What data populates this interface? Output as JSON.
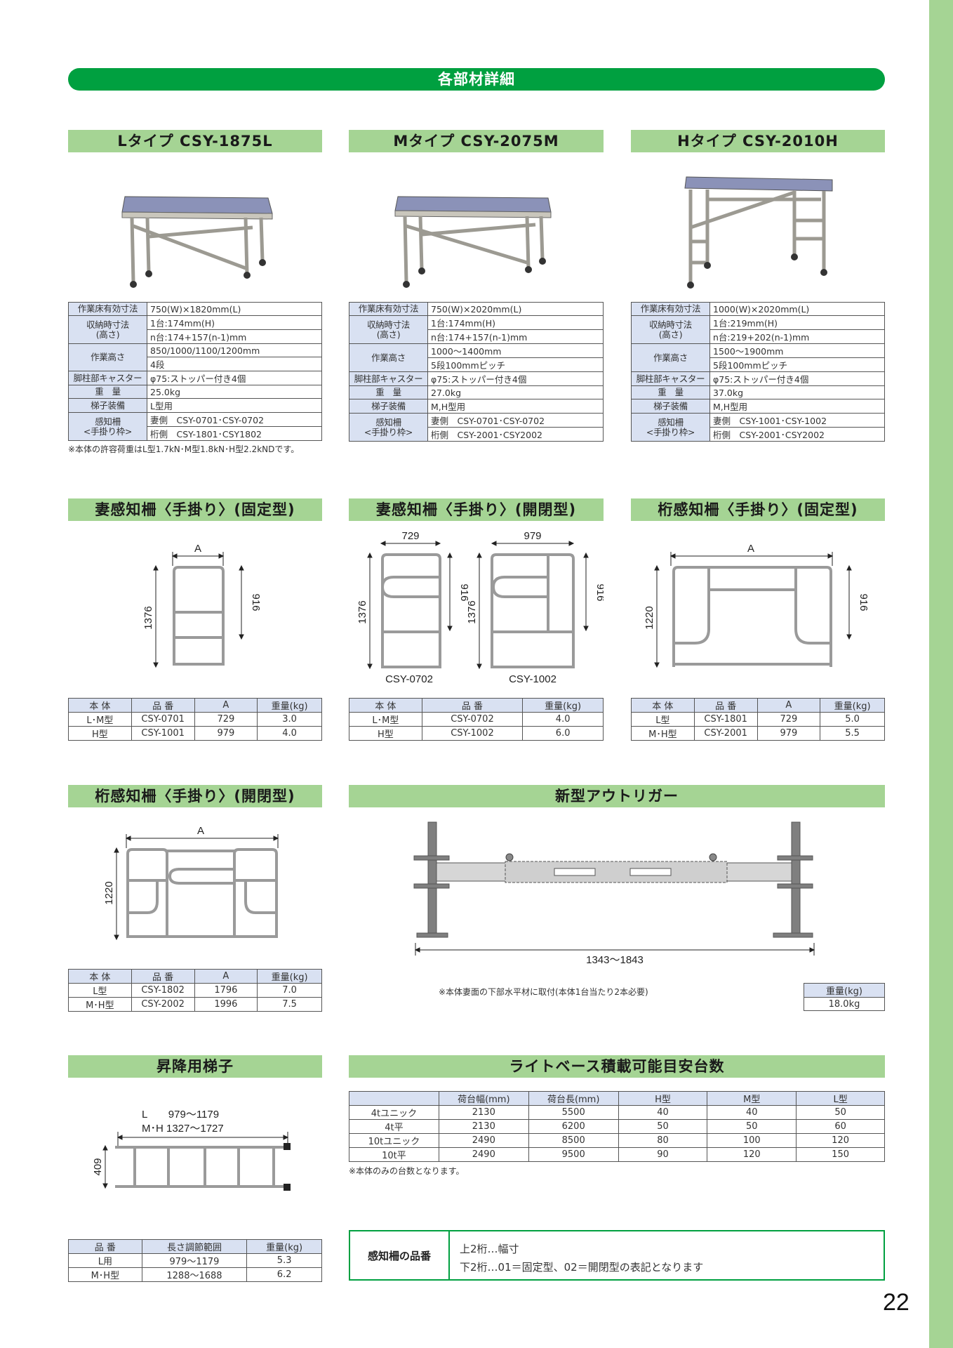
{
  "header": {
    "title": "各部材詳細"
  },
  "products": [
    {
      "title": "Lタイプ CSY-1875L",
      "rows": [
        {
          "k": "作業床有効寸法",
          "v": "750(W)×1820mm(L)"
        },
        {
          "k": "収納時寸法\n(高さ)",
          "v": "1台:174mm(H)",
          "v2": "n台:174+157(n-1)mm"
        },
        {
          "k": "作業高さ",
          "v": "850/1000/1100/1200mm",
          "v2": "4段"
        },
        {
          "k": "脚柱部キャスター",
          "v": "φ75:ストッパー付き4個"
        },
        {
          "k": "重　量",
          "v": "25.0kg"
        },
        {
          "k": "梯子装備",
          "v": "L型用"
        },
        {
          "k": "感知柵\n<手掛り枠>",
          "v": "妻側　CSY-0701･CSY-0702",
          "v2": "桁側　CSY-1801･CSY1802"
        }
      ]
    },
    {
      "title": "Mタイプ CSY-2075M",
      "rows": [
        {
          "k": "作業床有効寸法",
          "v": "750(W)×2020mm(L)"
        },
        {
          "k": "収納時寸法\n(高さ)",
          "v": "1台:174mm(H)",
          "v2": "n台:174+157(n-1)mm"
        },
        {
          "k": "作業高さ",
          "v": "1000〜1400mm",
          "v2": "5段100mmピッチ"
        },
        {
          "k": "脚柱部キャスター",
          "v": "φ75:ストッパー付き4個"
        },
        {
          "k": "重　量",
          "v": "27.0kg"
        },
        {
          "k": "梯子装備",
          "v": "M,H型用"
        },
        {
          "k": "感知柵\n<手掛り枠>",
          "v": "妻側　CSY-0701･CSY-0702",
          "v2": "桁側　CSY-2001･CSY2002"
        }
      ]
    },
    {
      "title": "Hタイプ CSY-2010H",
      "rows": [
        {
          "k": "作業床有効寸法",
          "v": "1000(W)×2020mm(L)"
        },
        {
          "k": "収納時寸法\n(高さ)",
          "v": "1台:219mm(H)",
          "v2": "n台:219+202(n-1)mm"
        },
        {
          "k": "作業高さ",
          "v": "1500〜1900mm",
          "v2": "5段100mmピッチ"
        },
        {
          "k": "脚柱部キャスター",
          "v": "φ75:ストッパー付き4個"
        },
        {
          "k": "重　量",
          "v": "37.0kg"
        },
        {
          "k": "梯子装備",
          "v": "M,H型用"
        },
        {
          "k": "感知柵\n<手掛り枠>",
          "v": "妻側　CSY-1001･CSY-1002",
          "v2": "桁側　CSY-2001･CSY2002"
        }
      ]
    }
  ],
  "load_note": "※本体の許容荷重はL型1.7kN･M型1.8kN･H型2.2kNDです。",
  "fence_tsuma_fixed": {
    "title": "妻感知柵〈手掛り〉(固定型)",
    "dims": {
      "a": "A",
      "h": "1376",
      "h2": "916"
    },
    "headers": [
      "本 体",
      "品 番",
      "A",
      "重量(kg)"
    ],
    "rows": [
      [
        "L･M型",
        "CSY-0701",
        "729",
        "3.0"
      ],
      [
        "H型",
        "CSY-1001",
        "979",
        "4.0"
      ]
    ]
  },
  "fence_tsuma_open": {
    "title": "妻感知柵〈手掛り〉(開閉型)",
    "dims": {
      "w1": "729",
      "w2": "979",
      "h": "1376",
      "h2": "916",
      "lbl1": "CSY-0702",
      "lbl2": "CSY-1002"
    },
    "headers": [
      "本 体",
      "品 番",
      "重量(kg)"
    ],
    "rows": [
      [
        "L･M型",
        "CSY-0702",
        "4.0"
      ],
      [
        "H型",
        "CSY-1002",
        "6.0"
      ]
    ]
  },
  "fence_keta_fixed": {
    "title": "桁感知柵〈手掛り〉(固定型)",
    "dims": {
      "a": "A",
      "h": "1220",
      "h2": "916"
    },
    "headers": [
      "本 体",
      "品 番",
      "A",
      "重量(kg)"
    ],
    "rows": [
      [
        "L型",
        "CSY-1801",
        "729",
        "5.0"
      ],
      [
        "M･H型",
        "CSY-2001",
        "979",
        "5.5"
      ]
    ]
  },
  "fence_keta_open": {
    "title": "桁感知柵〈手掛り〉(開閉型)",
    "dims": {
      "a": "A",
      "h": "1220"
    },
    "headers": [
      "本 体",
      "品 番",
      "A",
      "重量(kg)"
    ],
    "rows": [
      [
        "L型",
        "CSY-1802",
        "1796",
        "7.0"
      ],
      [
        "M･H型",
        "CSY-2002",
        "1996",
        "7.5"
      ]
    ]
  },
  "outrigger": {
    "title": "新型アウトリガー",
    "dim": "1343〜1843",
    "note": "※本体妻面の下部水平材に取付(本体1台当たり2本必要)",
    "weight_header": "重量(kg)",
    "weight": "18.0kg"
  },
  "ladder": {
    "title": "昇降用梯子",
    "dim_l": "L　　979〜1179",
    "dim_mh": "M･H 1327〜1727",
    "dim_h": "409",
    "headers": [
      "品 番",
      "長さ調節範囲",
      "重量(kg)"
    ],
    "rows": [
      [
        "L用",
        "979〜1179",
        "5.3"
      ],
      [
        "M･H型",
        "1288〜1688",
        "6.2"
      ]
    ]
  },
  "truck": {
    "title": "ライトベース積載可能目安台数",
    "headers": [
      "",
      "荷台幅(mm)",
      "荷台長(mm)",
      "H型",
      "M型",
      "L型"
    ],
    "rows": [
      [
        "4tユニック",
        "2130",
        "5500",
        "40",
        "40",
        "50"
      ],
      [
        "4t平",
        "2130",
        "6200",
        "50",
        "50",
        "60"
      ],
      [
        "10tユニック",
        "2490",
        "8500",
        "80",
        "100",
        "120"
      ],
      [
        "10t平",
        "2490",
        "9500",
        "90",
        "120",
        "150"
      ]
    ],
    "note": "※本体のみの台数となります。"
  },
  "legend": {
    "label": "感知柵の品番",
    "line1": "上2桁…幅寸",
    "line2": "下2桁…01＝固定型、02＝開閉型の表記となります"
  },
  "page_number": "22",
  "colors": {
    "green": "#00a040",
    "light_green": "#a5d494",
    "header_blue": "#d9e1f2"
  }
}
